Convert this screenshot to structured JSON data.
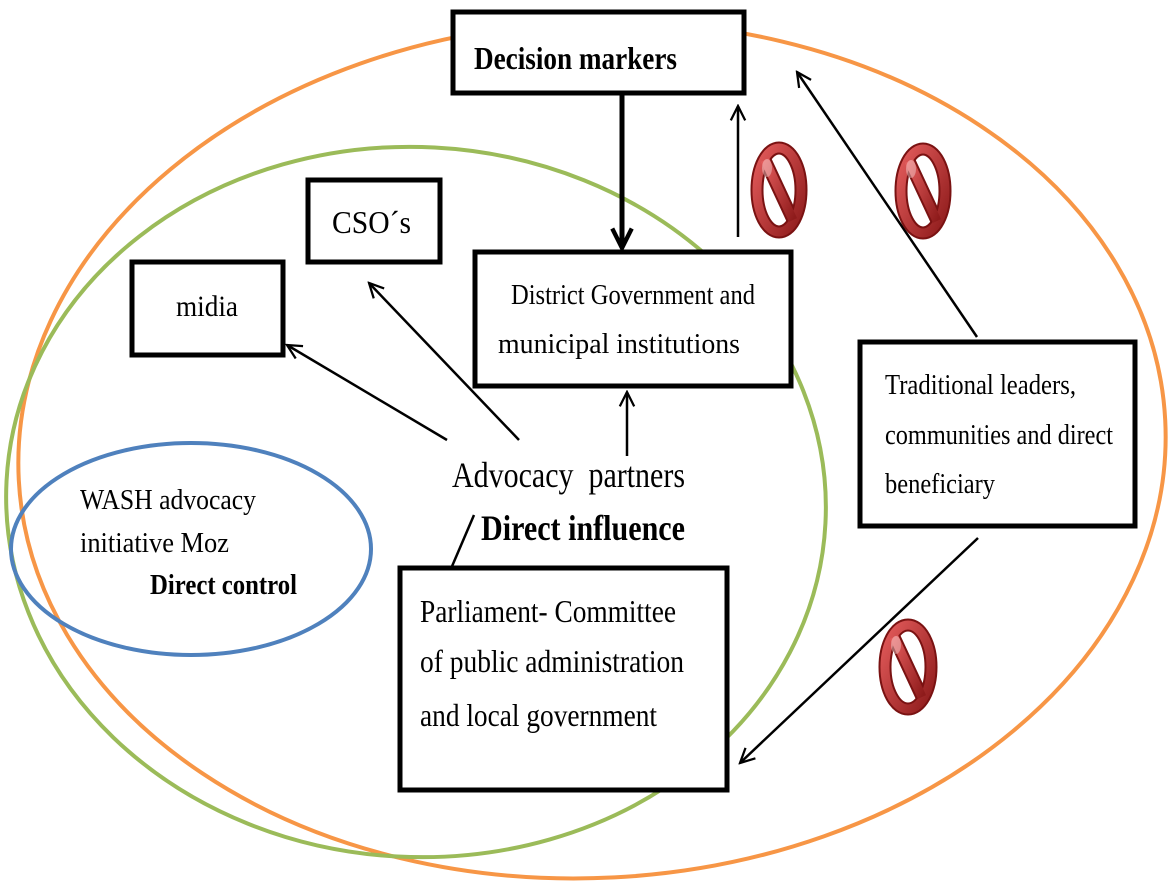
{
  "diagram": {
    "decision_makers": {
      "label": "Decision markers"
    },
    "csos": {
      "label": "CSO´s"
    },
    "midia": {
      "label": "midia"
    },
    "district": {
      "lines": [
        "District Government and",
        "municipal institutions"
      ]
    },
    "traditional": {
      "lines": [
        "Traditional leaders,",
        "communities and direct",
        "beneficiary"
      ]
    },
    "parliament": {
      "lines": [
        "Parliament- Committee",
        "of public administration",
        "and local government"
      ]
    },
    "advocacy": {
      "label": "Advocacy  partners",
      "zone": "Direct influence"
    },
    "wash": {
      "lines": [
        "WASH advocacy",
        "initiative Moz"
      ],
      "zone": "Direct control"
    }
  },
  "colors": {
    "outer_circle": "#f79646",
    "middle_circle": "#9bbb59",
    "inner_circle": "#4f81bd",
    "prohibition_light": "#e35b5b",
    "prohibition_dark": "#8e1b1b"
  },
  "icons": {
    "blocked_link": "prohibition-icon"
  }
}
